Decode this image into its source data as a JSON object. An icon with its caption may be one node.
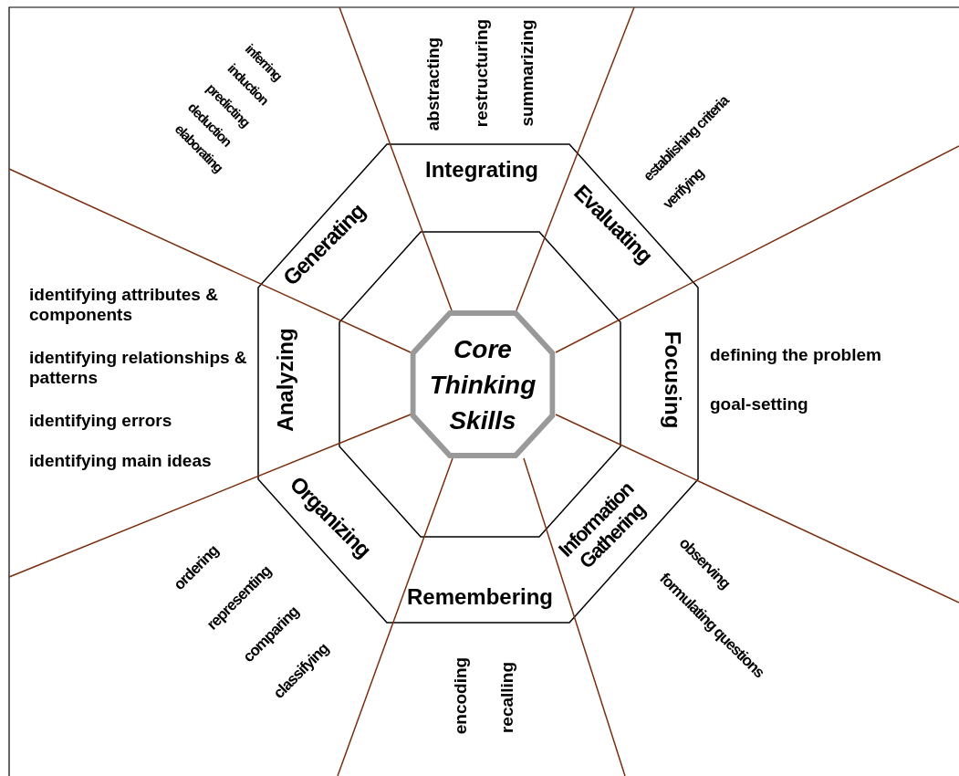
{
  "diagram": {
    "nodes": [
      {
        "text": [
          "Core Thinking Skills"
        ]
      },
      {
        "text": [
          "Integrating"
        ],
        "beside": [
          "abstracting",
          "restructuring",
          "summarizing"
        ]
      },
      {
        "text": [
          "Evaluating"
        ],
        "beside": [
          "establishing criteria",
          "verifying"
        ]
      },
      {
        "text": [
          "Focusing"
        ],
        "beside": [
          "defining the problem",
          "goal-setting"
        ]
      },
      {
        "text": [
          "Information Gathering"
        ],
        "beside": [
          "observing",
          "formulating questions"
        ]
      },
      {
        "text": [
          "Remembering"
        ],
        "beside": [
          "encoding",
          "recalling"
        ]
      },
      {
        "text": [
          "Organizing"
        ],
        "beside": [
          "ordering",
          "representing",
          "comparing",
          "classifying"
        ]
      },
      {
        "text": [
          "Analyzing"
        ],
        "beside": [
          "identifying attributes & components",
          "identifying relationships & patterns",
          "identifying errors",
          "identifying main ideas"
        ]
      },
      {
        "text": [
          "Generating"
        ],
        "beside": [
          "inferring",
          "induction",
          "predicting",
          "deduction",
          "elaborating"
        ]
      }
    ]
  }
}
